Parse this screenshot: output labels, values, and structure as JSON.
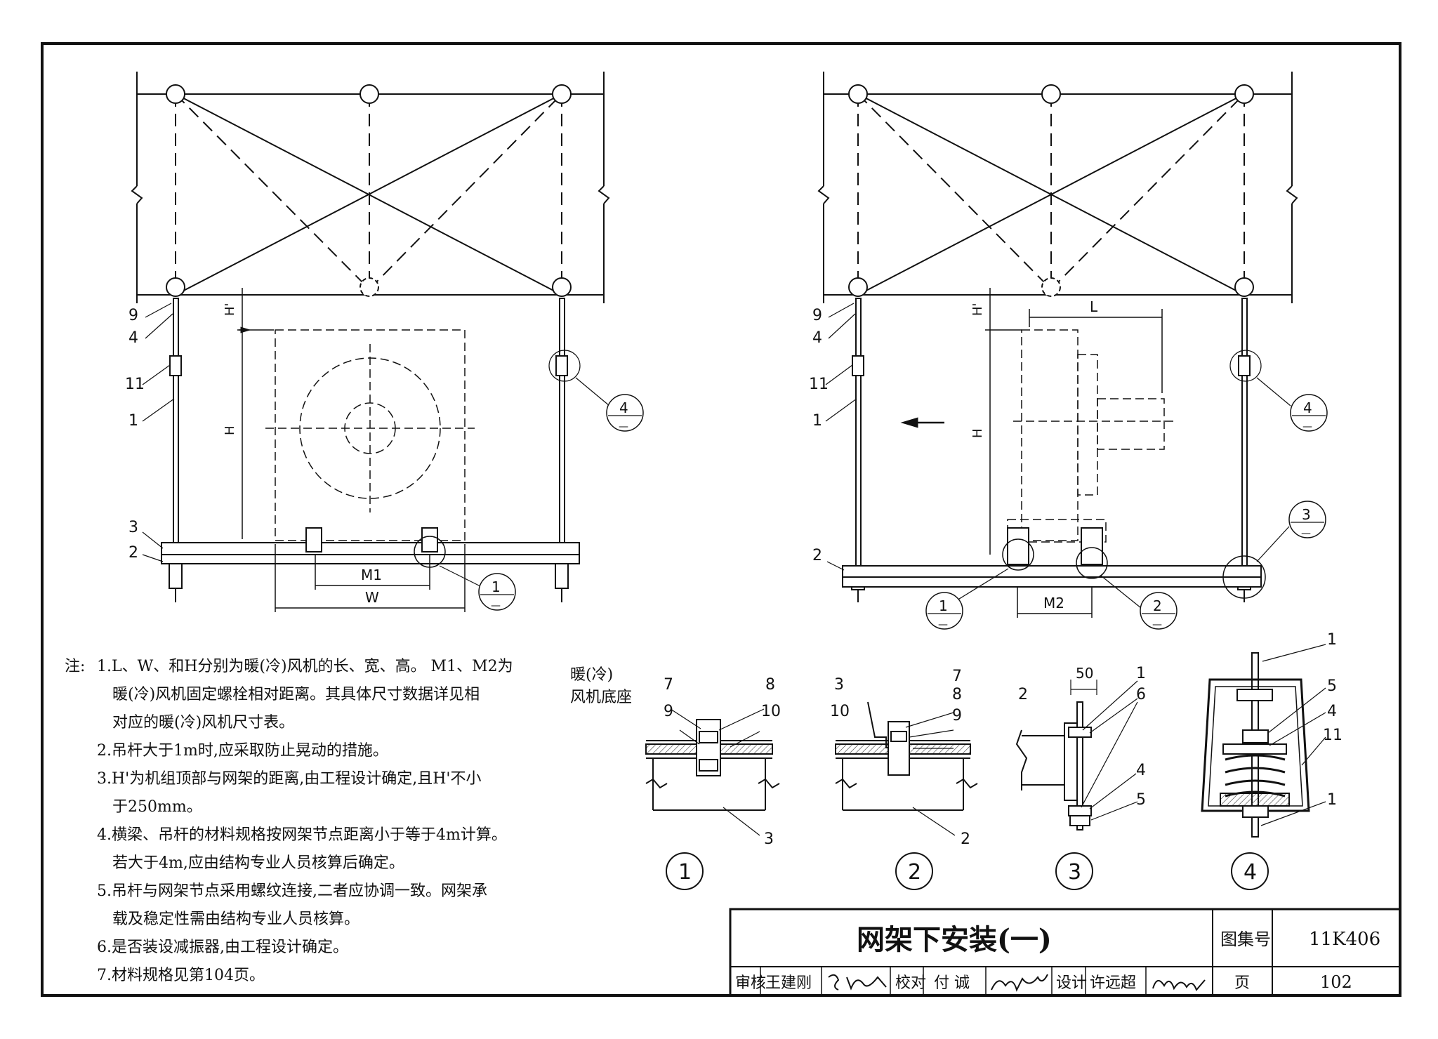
{
  "drawing": {
    "title": "网架下安装(一)",
    "atlas_label": "图集号",
    "atlas_number": "11K406",
    "page_label": "页",
    "page_number": "102",
    "review_label": "审核",
    "reviewer": "王建刚",
    "check_label": "校对",
    "checker": "付 诚",
    "design_label": "设计",
    "designer": "许远超"
  },
  "left_view": {
    "callouts": [
      "9",
      "4",
      "11",
      "1",
      "3",
      "2"
    ],
    "dims": {
      "h_prime": "H'",
      "h": "H",
      "m1": "M1",
      "w": "W"
    },
    "detail_refs": [
      {
        "num": "4",
        "sub": "—"
      },
      {
        "num": "1",
        "sub": "—"
      }
    ]
  },
  "right_view": {
    "callouts": [
      "9",
      "4",
      "11",
      "1",
      "2"
    ],
    "dims": {
      "h_prime": "H'",
      "l": "L",
      "h": "H",
      "m2": "M2"
    },
    "detail_refs": [
      {
        "num": "4",
        "sub": "—"
      },
      {
        "num": "3",
        "sub": "—"
      },
      {
        "num": "1",
        "sub": "—"
      },
      {
        "num": "2",
        "sub": "—"
      }
    ]
  },
  "details": {
    "base_label_1": "暖(冷)",
    "base_label_2": "风机底座",
    "d1": {
      "labels": [
        "7",
        "8",
        "9",
        "10",
        "3"
      ],
      "num": "1"
    },
    "d2": {
      "labels": [
        "3",
        "7",
        "8",
        "10",
        "9",
        "2"
      ],
      "num": "2"
    },
    "d3": {
      "labels": [
        "50",
        "1",
        "2",
        "6",
        "4",
        "5"
      ],
      "num": "3"
    },
    "d4": {
      "labels": [
        "1",
        "5",
        "4",
        "11",
        "1"
      ],
      "num": "4"
    }
  },
  "notes": {
    "head": "注:",
    "lines": [
      "1.L、W、和H分别为暖(冷)风机的长、宽、高。 M1、M2为",
      "暖(冷)风机固定螺栓相对距离。其具体尺寸数据详见相",
      "对应的暖(冷)风机尺寸表。",
      "2.吊杆大于1m时,应采取防止晃动的措施。",
      "3.H'为机组顶部与网架的距离,由工程设计确定,且H'不小",
      "于250mm。",
      "4.横梁、吊杆的材料规格按网架节点距离小于等于4m计算。",
      "若大于4m,应由结构专业人员核算后确定。",
      "5.吊杆与网架节点采用螺纹连接,二者应协调一致。网架承",
      "载及稳定性需由结构专业人员核算。",
      "6.是否装设减振器,由工程设计确定。",
      "7.材料规格见第104页。"
    ]
  }
}
